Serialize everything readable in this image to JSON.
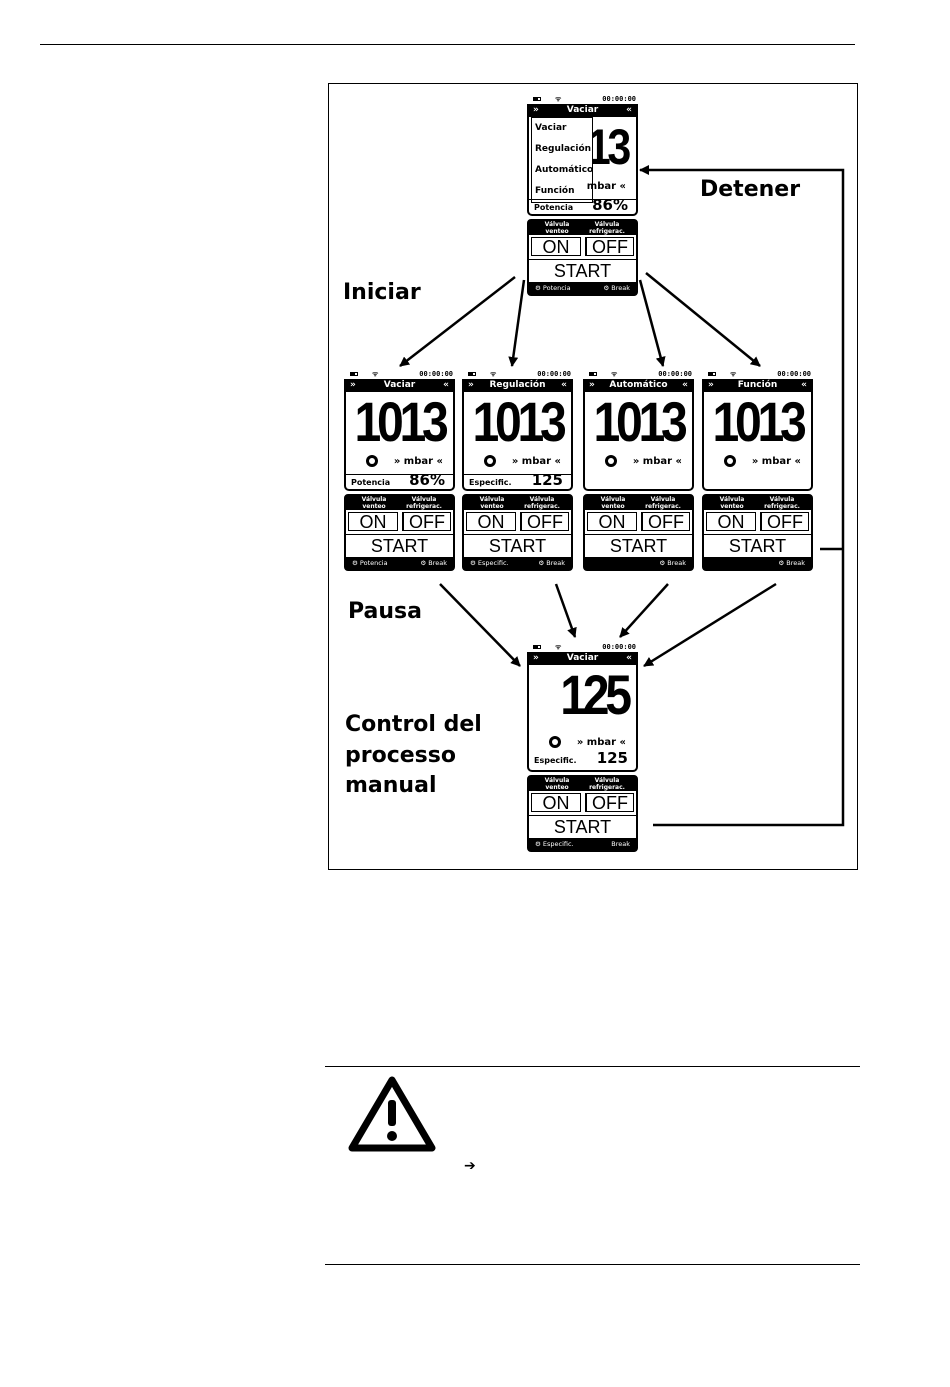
{
  "labels": {
    "detener": "Detener",
    "iniciar": "Iniciar",
    "pausa": "Pausa",
    "control_line1": "Control del",
    "control_line2": "processo",
    "control_line3": "manual"
  },
  "status": {
    "time": "00:00:00"
  },
  "controls": {
    "valve1": "Válvula venteo",
    "valve2": "Válvula refrigerac.",
    "on": "ON",
    "off": "OFF",
    "start": "START",
    "break": "Break"
  },
  "top_device": {
    "title": "Vaciar",
    "value": "13",
    "unit": "mbar",
    "footer_label": "Potencia",
    "footer_value": "86%",
    "softkey_left": "Potencia",
    "menu": [
      "Vaciar",
      "Regulación",
      "Automático",
      "Función"
    ]
  },
  "mid_devices": [
    {
      "title": "Vaciar",
      "value": "1013",
      "unit": "mbar",
      "footer_label": "Potencia",
      "footer_value": "86%",
      "softkey_left": "Potencia"
    },
    {
      "title": "Regulación",
      "value": "1013",
      "unit": "mbar",
      "footer_label": "Especific.",
      "footer_value": "125",
      "softkey_left": "Especific."
    },
    {
      "title": "Automático",
      "value": "1013",
      "unit": "mbar",
      "footer_label": "",
      "footer_value": "",
      "softkey_left": ""
    },
    {
      "title": "Función",
      "value": "1013",
      "unit": "mbar",
      "footer_label": "",
      "footer_value": "",
      "softkey_left": ""
    }
  ],
  "bottom_device": {
    "title": "Vaciar",
    "value": "125",
    "unit": "mbar",
    "footer_label": "Especific.",
    "footer_value": "125",
    "softkey_left": "Especific."
  },
  "warning": {
    "bullet": "➔"
  }
}
